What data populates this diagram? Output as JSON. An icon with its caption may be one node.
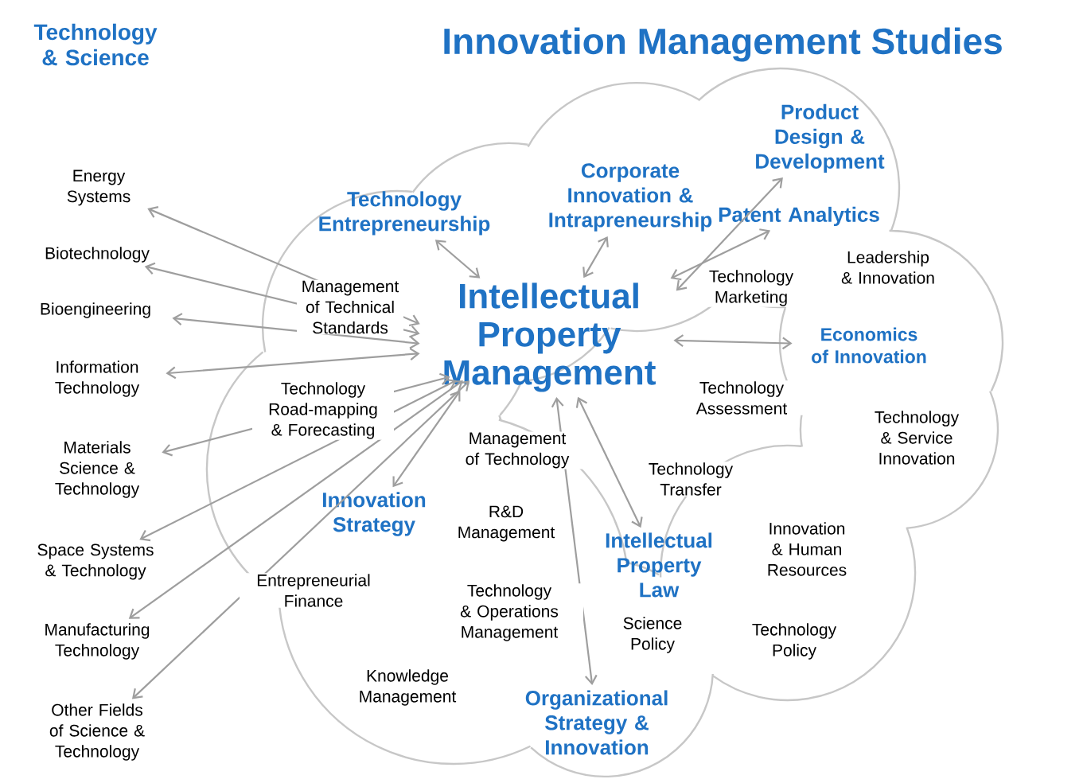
{
  "diagram": {
    "title": "Innovation Management Studies",
    "nodes": [
      {
        "text": [
          "Intellectual Property Management"
        ]
      },
      {
        "text": [
          "Energy Systems"
        ]
      },
      {
        "text": [
          "Biotechnology"
        ]
      },
      {
        "text": [
          "Bioengineering"
        ]
      },
      {
        "text": [
          "Information Technology"
        ]
      },
      {
        "text": [
          "Materials Science & Technology"
        ]
      },
      {
        "text": [
          "Space Systems & Technology"
        ]
      },
      {
        "text": [
          "Manufacturing Technology"
        ]
      },
      {
        "text": [
          "Other Fields of Science & Technology"
        ]
      },
      {
        "text": [
          "Technology Entrepreneurship"
        ]
      },
      {
        "text": [
          "Corporate Innovation & Intrapreneurship"
        ]
      },
      {
        "text": [
          "Product Design & Development"
        ]
      },
      {
        "text": [
          "Patent Analytics"
        ]
      },
      {
        "text": [
          "Economics of Innovation"
        ]
      },
      {
        "text": [
          "Innovation Strategy"
        ]
      },
      {
        "text": [
          "Intellectual Property Law"
        ]
      },
      {
        "text": [
          "Organizational Strategy & Innovation"
        ]
      }
    ],
    "edges": [
      {
        "from": 0,
        "to": 1,
        "arrow": "both"
      },
      {
        "from": 0,
        "to": 2,
        "arrow": "both"
      },
      {
        "from": 0,
        "to": 3,
        "arrow": "both"
      },
      {
        "from": 0,
        "to": 4,
        "arrow": "both"
      },
      {
        "from": 0,
        "to": 5,
        "arrow": "both"
      },
      {
        "from": 0,
        "to": 6,
        "arrow": "both"
      },
      {
        "from": 0,
        "to": 7,
        "arrow": "both"
      },
      {
        "from": 0,
        "to": 8,
        "arrow": "both"
      },
      {
        "from": 0,
        "to": 9,
        "arrow": "both"
      },
      {
        "from": 0,
        "to": 10,
        "arrow": "both"
      },
      {
        "from": 0,
        "to": 11,
        "arrow": "both"
      },
      {
        "from": 0,
        "to": 12,
        "arrow": "both"
      },
      {
        "from": 0,
        "to": 13,
        "arrow": "both"
      },
      {
        "from": 0,
        "to": 14,
        "arrow": "both"
      },
      {
        "from": 0,
        "to": 15,
        "arrow": "both"
      },
      {
        "from": 0,
        "to": 16,
        "arrow": "both"
      }
    ],
    "labels": [
      "Technology & Science",
      "Leadership & Innovation",
      "Technology Marketing",
      "Management of Technical Standards",
      "Technology Assessment",
      "Technology Road-mapping & Forecasting",
      "Technology & Service Innovation",
      "Management of Technology",
      "Technology Transfer",
      "R&D Management",
      "Innovation & Human Resources",
      "Entrepreneurial Finance",
      "Technology & Operations Management",
      "Science Policy",
      "Technology Policy",
      "Knowledge Management"
    ]
  }
}
